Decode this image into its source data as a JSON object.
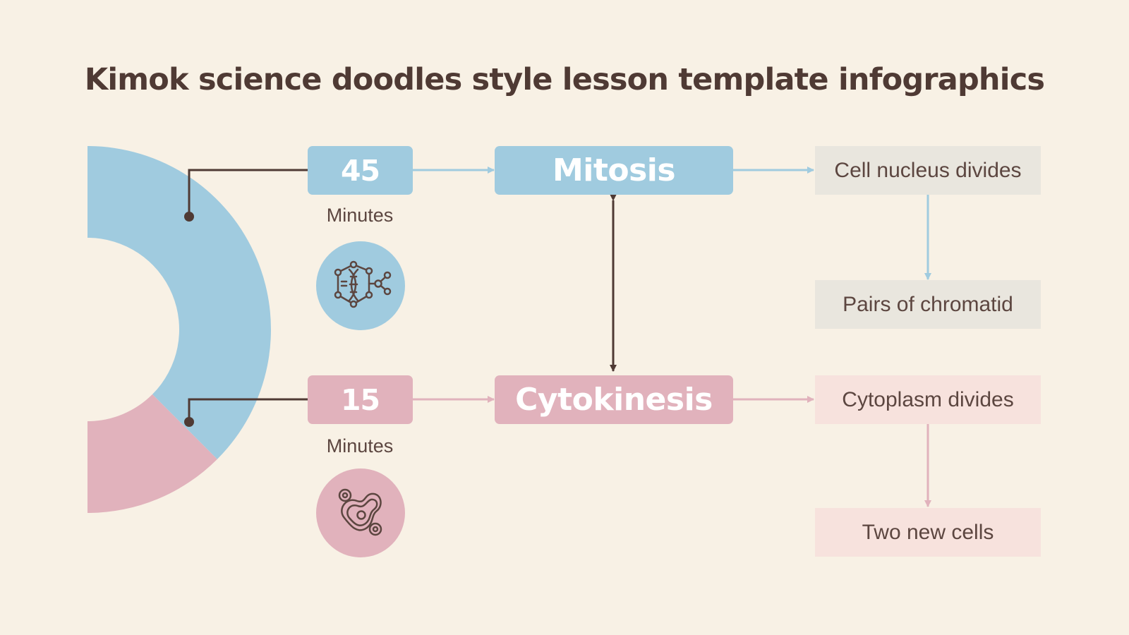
{
  "title": "Kimok science doodles style lesson template infographics",
  "colors": {
    "background": "#f8f1e5",
    "blue": "#a0cbdf",
    "pink": "#e1b2bc",
    "grey_box": "#e9e6de",
    "light_pink_box": "#f7e2dd",
    "dark": "#4f3a34"
  },
  "stages": [
    {
      "duration": "45",
      "unit": "Minutes",
      "name": "Mitosis",
      "icon": "dna-molecule-icon",
      "share": 0.75,
      "color": "#a0cbdf",
      "results": [
        "Cell nucleus divides",
        "Pairs of chromatid"
      ]
    },
    {
      "duration": "15",
      "unit": "Minutes",
      "name": "Cytokinesis",
      "icon": "dividing-cells-icon",
      "share": 0.25,
      "color": "#e1b2bc",
      "results": [
        "Cytoplasm divides",
        "Two new cells"
      ]
    }
  ]
}
